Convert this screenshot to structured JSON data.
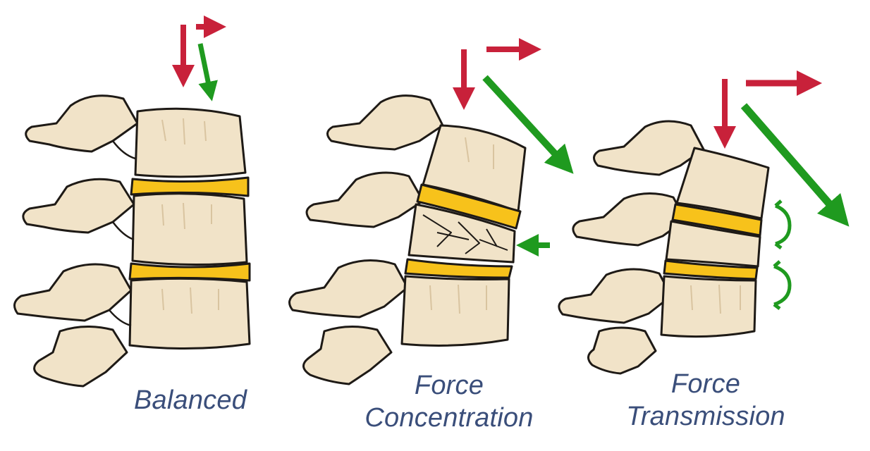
{
  "captions": {
    "balanced": "Balanced",
    "concentration": {
      "line1": "Force",
      "line2": "Concentration"
    },
    "transmission": {
      "line1": "Force",
      "line2": "Transmission"
    }
  },
  "colors": {
    "bone": "#f1e3c8",
    "bone_shadow": "#d9c4a0",
    "outline": "#1e1a16",
    "disc": "#f7c21b",
    "arrow_red": "#c8213a",
    "arrow_green": "#1f9a1f",
    "caption": "#3a4e7a"
  },
  "icons": {
    "load_arrow": "red-arrow-icon",
    "resultant_arrow": "green-arrow-icon",
    "rotation_arrow": "green-rotation-arrow-icon"
  }
}
